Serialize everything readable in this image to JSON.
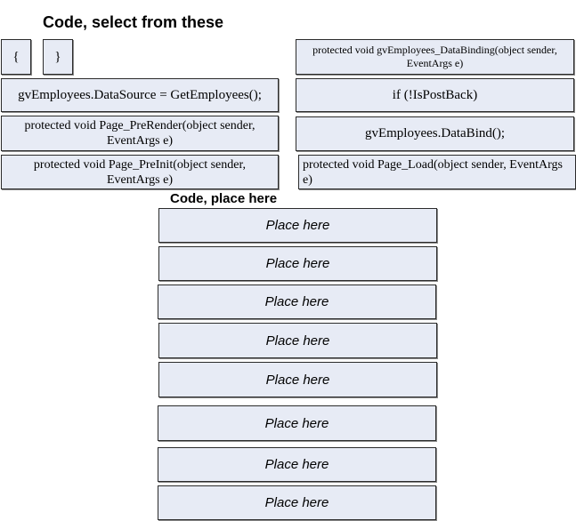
{
  "headings": {
    "select": "Code, select from these",
    "place": "Code, place here"
  },
  "code_items": [
    "{",
    "}",
    "protected void gvEmployees_DataBinding(object sender, EventArgs e)",
    "gvEmployees.DataSource = GetEmployees();",
    "if (!IsPostBack)",
    "protected void Page_PreRender(object sender, EventArgs e)",
    "gvEmployees.DataBind();",
    "protected void Page_PreInit(object sender, EventArgs e)",
    "protected void Page_Load(object sender, EventArgs e)"
  ],
  "slots": [
    "Place here",
    "Place here",
    "Place here",
    "Place here",
    "Place here",
    "Place here",
    "Place here",
    "Place here"
  ]
}
